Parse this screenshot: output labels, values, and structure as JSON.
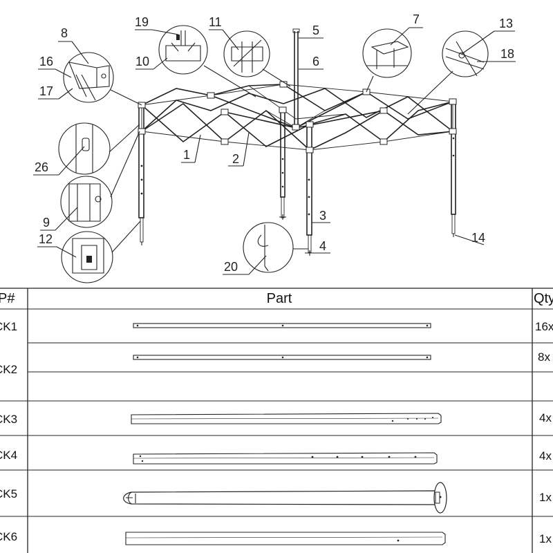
{
  "callouts": [
    {
      "id": "c19",
      "label": "19"
    },
    {
      "id": "c11",
      "label": "11"
    },
    {
      "id": "c5",
      "label": "5"
    },
    {
      "id": "c7",
      "label": "7"
    },
    {
      "id": "c13",
      "label": "13"
    },
    {
      "id": "c8",
      "label": "8"
    },
    {
      "id": "c10",
      "label": "10"
    },
    {
      "id": "c6",
      "label": "6"
    },
    {
      "id": "c18",
      "label": "18"
    },
    {
      "id": "c16",
      "label": "16"
    },
    {
      "id": "c17",
      "label": "17"
    },
    {
      "id": "c26",
      "label": "26"
    },
    {
      "id": "c1",
      "label": "1"
    },
    {
      "id": "c2",
      "label": "2"
    },
    {
      "id": "c9",
      "label": "9"
    },
    {
      "id": "c3",
      "label": "3"
    },
    {
      "id": "c12",
      "label": "12"
    },
    {
      "id": "c14",
      "label": "14"
    },
    {
      "id": "c4",
      "label": "4"
    },
    {
      "id": "c20",
      "label": "20"
    }
  ],
  "table": {
    "headers": {
      "pn": "P#",
      "part": "Part",
      "qty": "Qty"
    },
    "rows": [
      {
        "pn": "CK1",
        "qty": "16x",
        "shape": "thin-pipe"
      },
      {
        "pn": "CK2",
        "qty": "8x",
        "shape": "thin-pipe"
      },
      {
        "pn": "",
        "qty": "",
        "shape": "empty"
      },
      {
        "pn": "CK3",
        "qty": "4x",
        "shape": "square-pipe"
      },
      {
        "pn": "CK4",
        "qty": "4x",
        "shape": "square-pipe"
      },
      {
        "pn": "CK5",
        "qty": "1x",
        "shape": "center-pole"
      },
      {
        "pn": "CK6",
        "qty": "1x",
        "shape": "square-pipe"
      }
    ]
  }
}
